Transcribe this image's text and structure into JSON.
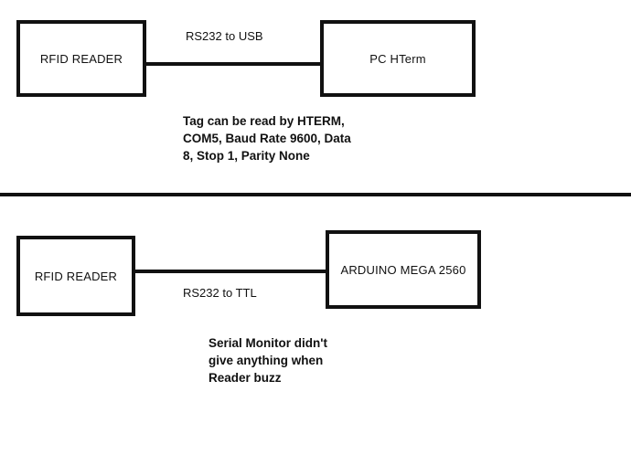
{
  "diagram": {
    "background_color": "#ffffff",
    "line_color": "#111111",
    "sections": [
      {
        "id": "working-setup",
        "nodes": [
          {
            "id": "rfid-reader-top",
            "label": "RFID READER"
          },
          {
            "id": "pc-hterm",
            "label": "PC HTerm"
          }
        ],
        "edge": {
          "id": "rfid-to-pc",
          "label": "RS232 to USB",
          "from": "rfid-reader-top",
          "to": "pc-hterm"
        },
        "caption": "Tag can be read by HTERM,\nCOM5, Baud Rate 9600, Data\n8, Stop 1, Parity None",
        "caption_lines": [
          "Tag can be read by HTERM,",
          "COM5, Baud Rate 9600, Data",
          "8, Stop 1, Parity None"
        ],
        "settings": {
          "terminal": "HTERM",
          "port": "COM5",
          "baud_rate": "9600",
          "data_bits": "8",
          "stop_bits": "1",
          "parity": "None"
        }
      },
      {
        "id": "failing-setup",
        "nodes": [
          {
            "id": "rfid-reader-bottom",
            "label": "RFID READER"
          },
          {
            "id": "arduino-mega",
            "label": "ARDUINO MEGA 2560"
          }
        ],
        "edge": {
          "id": "rfid-to-arduino",
          "label": "RS232 to TTL",
          "from": "rfid-reader-bottom",
          "to": "arduino-mega"
        },
        "caption": "Serial Monitor didn't\ngive anything when\nReader buzz",
        "caption_lines": [
          "Serial Monitor didn't",
          "give anything when",
          "Reader buzz"
        ]
      }
    ],
    "divider": {
      "id": "section-divider"
    }
  }
}
